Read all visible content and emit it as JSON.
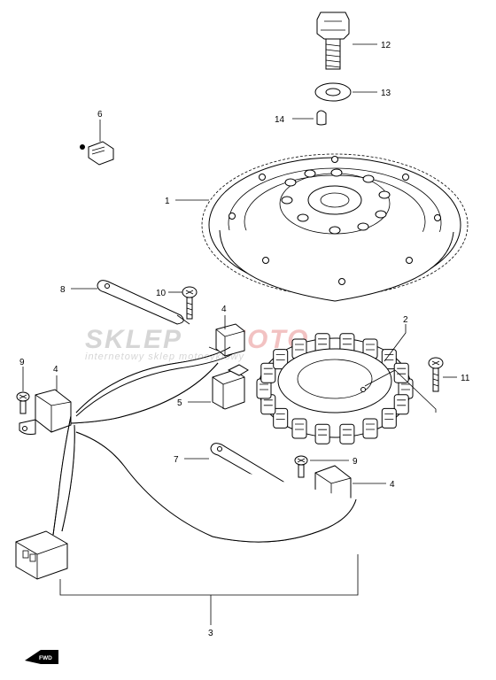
{
  "callouts": [
    {
      "id": "12",
      "label": "12"
    },
    {
      "id": "13",
      "label": "13"
    },
    {
      "id": "14",
      "label": "14"
    },
    {
      "id": "6",
      "label": "6"
    },
    {
      "id": "1",
      "label": "1"
    },
    {
      "id": "8",
      "label": "8"
    },
    {
      "id": "10",
      "label": "10"
    },
    {
      "id": "4a",
      "label": "4"
    },
    {
      "id": "2",
      "label": "2"
    },
    {
      "id": "9a",
      "label": "9"
    },
    {
      "id": "4b",
      "label": "4"
    },
    {
      "id": "11",
      "label": "11"
    },
    {
      "id": "5",
      "label": "5"
    },
    {
      "id": "7",
      "label": "7"
    },
    {
      "id": "9b",
      "label": "9"
    },
    {
      "id": "4c",
      "label": "4"
    },
    {
      "id": "3",
      "label": "3"
    }
  ],
  "watermark": {
    "main_left": "SKLEP",
    "main_right": "MOTO",
    "sub": "internetowy sklep motocyklowy",
    "colors": {
      "left": "#cfcfcf",
      "right": "#f0b8b8"
    }
  },
  "fwd_badge": {
    "label": "FWD"
  },
  "colors": {
    "leader_pink": "#c0305a",
    "ink": "#000000"
  }
}
